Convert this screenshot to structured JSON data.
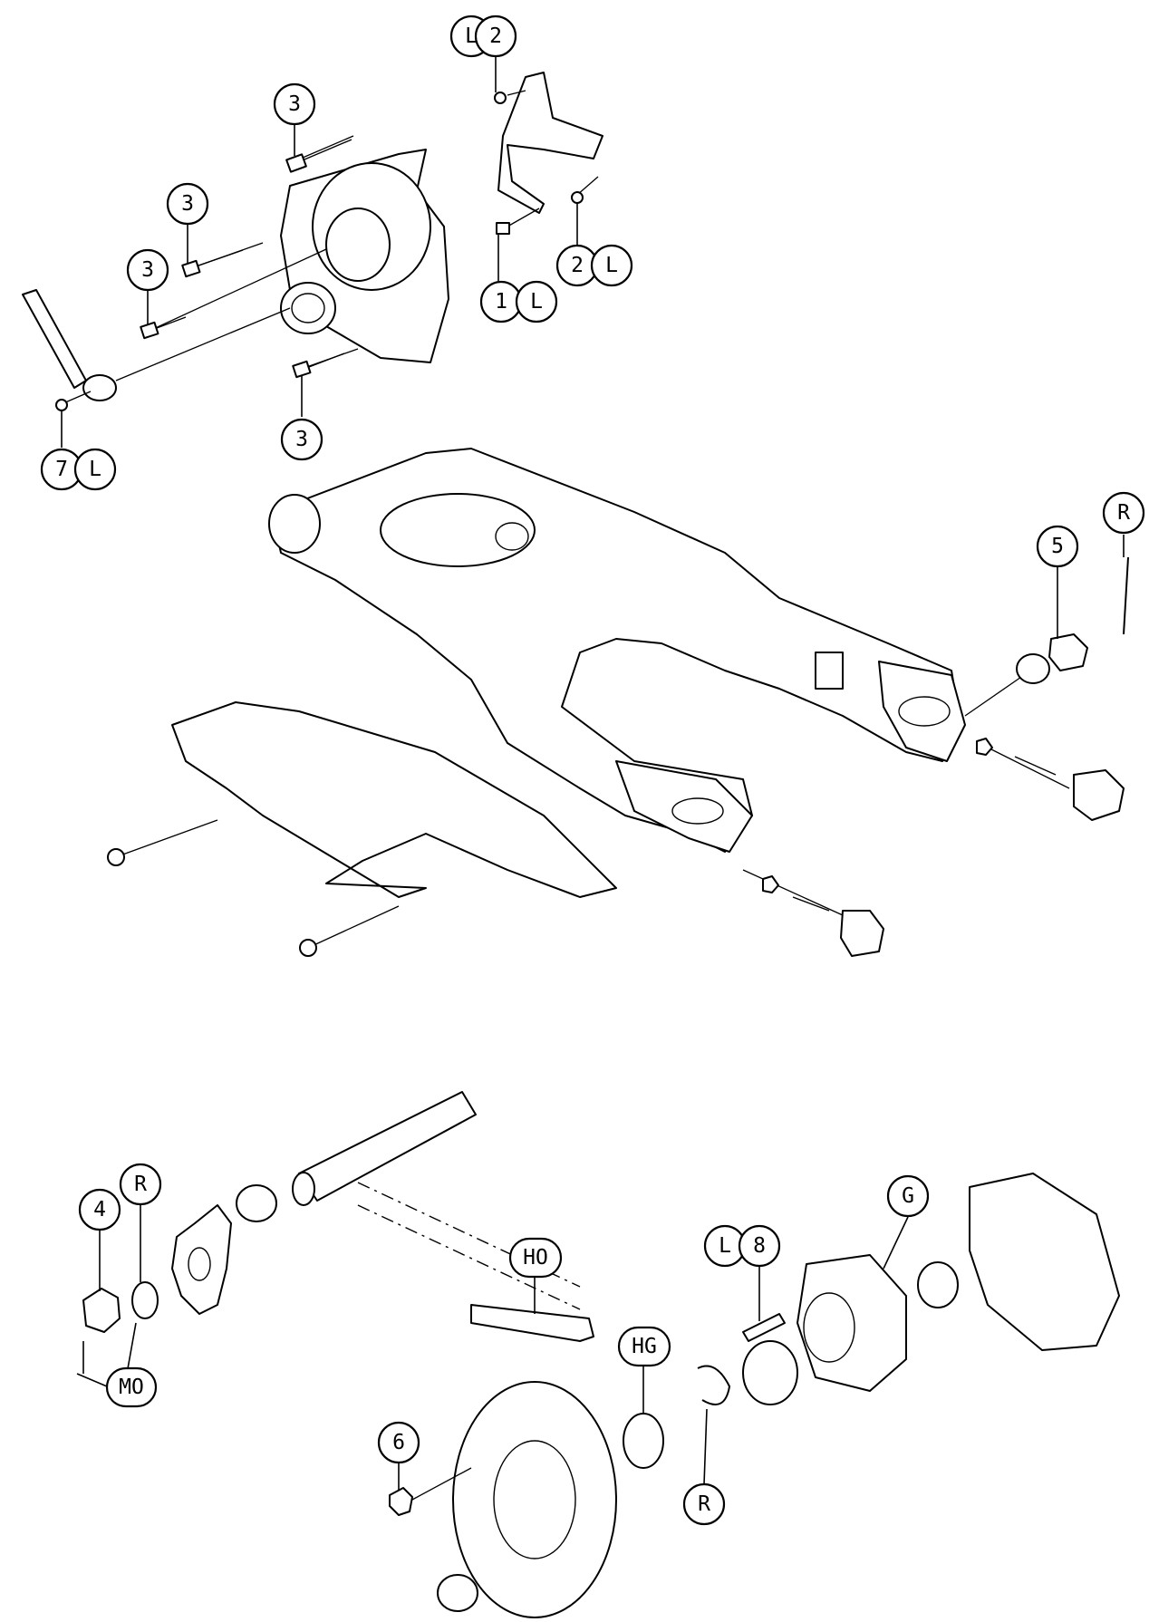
{
  "callouts": [
    {
      "id": "c-L2-top",
      "a": "L",
      "b": "2"
    },
    {
      "id": "c-3-a",
      "a": "3"
    },
    {
      "id": "c-3-b",
      "a": "3"
    },
    {
      "id": "c-3-c",
      "a": "3"
    },
    {
      "id": "c-3-d",
      "a": "3"
    },
    {
      "id": "c-2L",
      "a": "2",
      "b": "L"
    },
    {
      "id": "c-1L",
      "a": "1",
      "b": "L"
    },
    {
      "id": "c-7L",
      "a": "7",
      "b": "L"
    },
    {
      "id": "c-R-pin",
      "a": "R"
    },
    {
      "id": "c-5",
      "a": "5"
    },
    {
      "id": "c-4",
      "a": "4"
    },
    {
      "id": "c-R-washer",
      "a": "R"
    },
    {
      "id": "c-MO",
      "a": "MO"
    },
    {
      "id": "c-HO",
      "a": "HO"
    },
    {
      "id": "c-G",
      "a": "G"
    },
    {
      "id": "c-L8",
      "a": "L",
      "b": "8"
    },
    {
      "id": "c-HG",
      "a": "HG"
    },
    {
      "id": "c-6",
      "a": "6"
    },
    {
      "id": "c-R-circlip",
      "a": "R"
    }
  ]
}
